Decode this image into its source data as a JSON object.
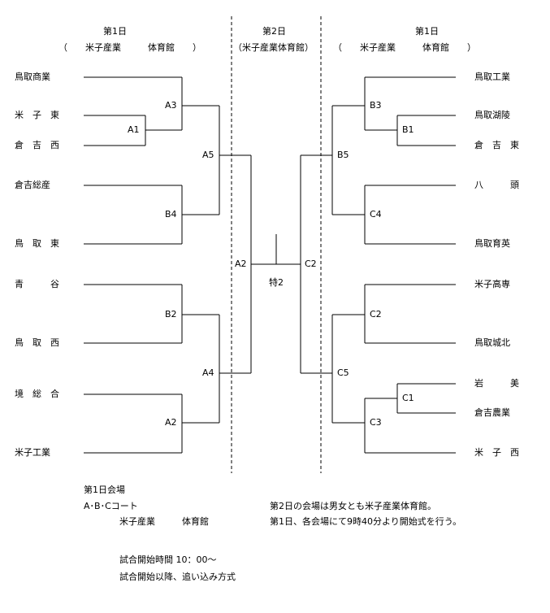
{
  "headers": {
    "left_day": "第1日",
    "left_venue": "（　　米子産業　　　体育館　　）",
    "center_day": "第2日",
    "center_venue": "（米子産業体育館）",
    "right_day": "第1日",
    "right_venue": "（　　米子産業　　　体育館　　）"
  },
  "teams_left": [
    "鳥取商業",
    "米　子　東",
    "倉　吉　西",
    "倉吉総産",
    "鳥　取　東",
    "青　　　谷",
    "鳥　取　西",
    "境　総　合",
    "米子工業"
  ],
  "teams_right": [
    "鳥取工業",
    "鳥取湖陵",
    "倉　吉　東",
    "八　　　頭",
    "鳥取育英",
    "米子高専",
    "鳥取城北",
    "岩　　　美",
    "倉吉農業",
    "米　子　西"
  ],
  "match_labels": {
    "a1": "A1",
    "a3": "A3",
    "b4": "B4",
    "a5": "A5",
    "b2_left": "B2",
    "a2_left": "A2",
    "a4": "A4",
    "a2_center": "A2",
    "final": "特2",
    "c2_center": "C2",
    "b1": "B1",
    "b3": "B3",
    "c4": "C4",
    "b5": "B5",
    "c2_right": "C2",
    "c1": "C1",
    "c3": "C3",
    "c5": "C5"
  },
  "notes": {
    "venue_title": "第1日会場",
    "courts": "A･B･Cコート",
    "venue_name": "米子産業　　　体育館",
    "day2_note": "第2日の会場は男女とも米子産業体育館。",
    "ceremony_note": "第1日、各会場にて9時40分より開始式を行う。",
    "start_time": "試合開始時間 10：00～",
    "after_start": "試合開始以降、追い込み方式"
  }
}
